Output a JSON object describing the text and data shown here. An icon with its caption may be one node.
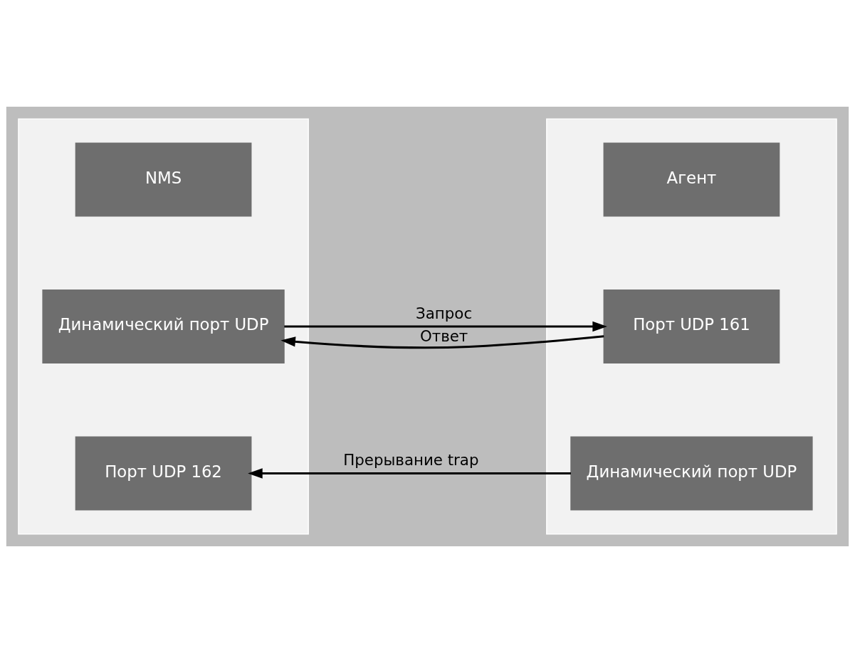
{
  "diagram": {
    "nodes": [
      {
        "text": [],
        "shape": "box"
      },
      {
        "text": [
          "NMS"
        ],
        "in": 0
      },
      {
        "text": [
          "Динамический порт UDP"
        ],
        "in": 0
      },
      {
        "text": [
          "Порт UDP 162"
        ],
        "in": 0
      },
      {
        "text": [],
        "shape": "box"
      },
      {
        "text": [
          "Агент"
        ],
        "in": 4
      },
      {
        "text": [
          "Порт UDP 161"
        ],
        "in": 4
      },
      {
        "text": [
          "Динамический порт UDP"
        ],
        "in": 4
      }
    ],
    "edges": [
      {
        "from": 2,
        "to": 6,
        "arrow": "to",
        "label": "Запрос"
      },
      {
        "from": 6,
        "to": 2,
        "arrow": "to",
        "label": "Ответ"
      },
      {
        "from": 7,
        "to": 3,
        "arrow": "to",
        "label": "Прерывание trap"
      }
    ]
  }
}
